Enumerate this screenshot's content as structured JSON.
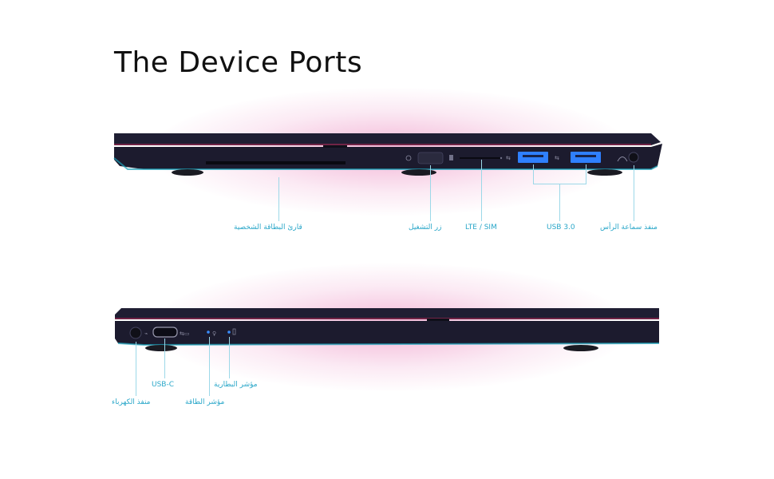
{
  "title": "The Device Ports",
  "colors": {
    "accent": "#2aa7c9",
    "device": "#1f1e33",
    "usb_port": "#2f80ff"
  },
  "labels": {
    "card_reader": "قارئ البطاقة الشخصية",
    "power_button": "زر التشغيل",
    "lte_sim": "LTE / SIM",
    "usb3": "USB 3.0",
    "headphone": "منفذ سماعة الرأس",
    "usb_c": "USB-C",
    "battery_indicator": "مؤشر البطارية",
    "power_port": "منفذ الكهرباء",
    "power_indicator": "مؤشر الطاقة"
  }
}
